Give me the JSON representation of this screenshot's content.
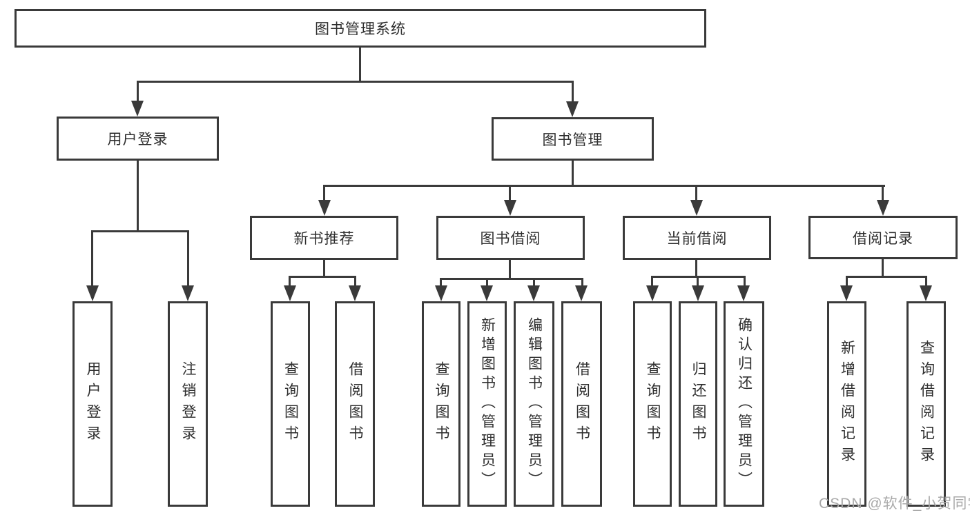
{
  "diagram_title": "图书管理系统",
  "colors": {
    "line": "#3a3a3a",
    "text": "#2e2e2e",
    "watermark": "#a9a9a9",
    "background": "#ffffff"
  },
  "nodes": {
    "root": {
      "label": "图书管理系统"
    },
    "l2": [
      {
        "label": "用户登录"
      },
      {
        "label": "图书管理"
      }
    ],
    "l3": [
      {
        "label": "新书推荐"
      },
      {
        "label": "图书借阅"
      },
      {
        "label": "当前借阅"
      },
      {
        "label": "借阅记录"
      }
    ],
    "leaves": {
      "user": [
        {
          "label": "用户登录"
        },
        {
          "label": "注销登录"
        }
      ],
      "newbook": [
        {
          "label": "查询图书"
        },
        {
          "label": "借阅图书"
        }
      ],
      "borrow": [
        {
          "label": "查询图书"
        },
        {
          "label": "新增图书（管理员）"
        },
        {
          "label": "编辑图书（管理员）"
        },
        {
          "label": "借阅图书"
        }
      ],
      "current": [
        {
          "label": "查询图书"
        },
        {
          "label": "归还图书"
        },
        {
          "label": "确认归还（管理员）"
        }
      ],
      "records": [
        {
          "label": "新增借阅记录"
        },
        {
          "label": "查询借阅记录"
        }
      ]
    }
  },
  "watermark": {
    "text": "CSDN @软件_小贺同学"
  }
}
